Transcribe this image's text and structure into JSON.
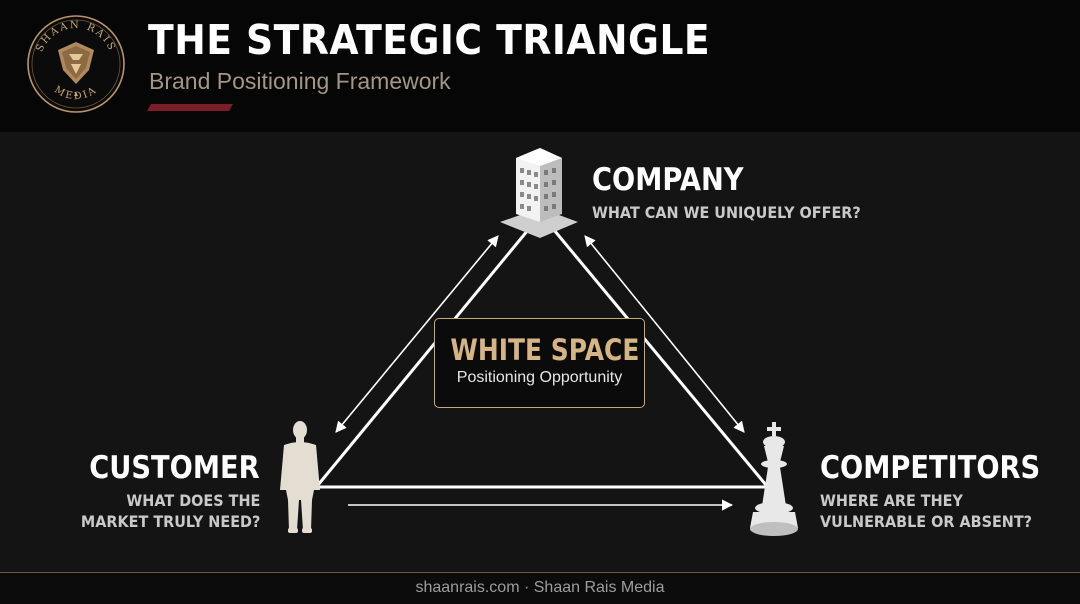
{
  "header": {
    "title": "THE STRATEGIC TRIANGLE",
    "subtitle": "Brand Positioning Framework",
    "logo_text": "SHAAN RAIS MEDIA",
    "accent_color": "#7a1d28"
  },
  "nodes": {
    "company": {
      "title": "COMPANY",
      "subtitle": "WHAT CAN WE UNIQUELY OFFER?",
      "icon": "office-building-icon"
    },
    "customer": {
      "title": "CUSTOMER",
      "subtitle_lines": [
        "WHAT DOES THE",
        "MARKET TRULY NEED?"
      ],
      "icon": "person-silhouette-icon"
    },
    "competitors": {
      "title": "COMPETITORS",
      "subtitle_lines": [
        "WHERE ARE THEY",
        "VULNERABLE OR ABSENT?"
      ],
      "icon": "chess-king-icon"
    }
  },
  "center": {
    "title": "WHITE SPACE",
    "subtitle": "Positioning Opportunity",
    "accent_color": "#d5b485"
  },
  "footer": {
    "text": "shaanrais.com · Shaan Rais Media"
  }
}
